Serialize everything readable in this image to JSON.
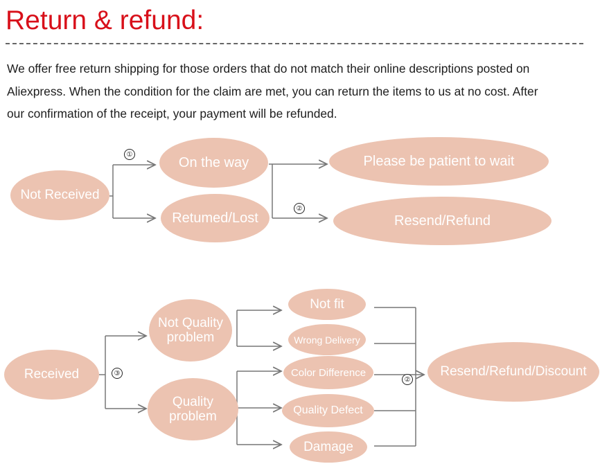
{
  "header": {
    "title": "Return & refund:"
  },
  "intro": {
    "lines": [
      "We offer free return shipping for  those orders that do not  match their online descriptions  posted on",
      "Aliexpress. When the condition for the claim are met, you can return the items to us at no cost. After",
      "our confirmation of the receipt, your payment will be refunded."
    ]
  },
  "flow1": {
    "start": "Not Received",
    "step_marker_a": "①",
    "branch_a": "On the way",
    "branch_b": "Retumed/Lost",
    "step_marker_b": "②",
    "outcome_a": "Please be patient to wait",
    "outcome_b": "Resend/Refund"
  },
  "flow2": {
    "start": "Received",
    "step_marker": "③",
    "branch_not_quality": "Not Quality problem",
    "branch_quality": "Quality problem",
    "reasons": [
      "Not fit",
      "Wrong Delivery",
      "Color Difference",
      "Quality Defect",
      "Damage"
    ],
    "step_marker_result": "②",
    "result": "Resend/Refund/Discount"
  },
  "colors": {
    "title": "#d8101a",
    "bubble": "#ecc3b1",
    "bubble_text": "#ffffff",
    "line": "#777777"
  }
}
